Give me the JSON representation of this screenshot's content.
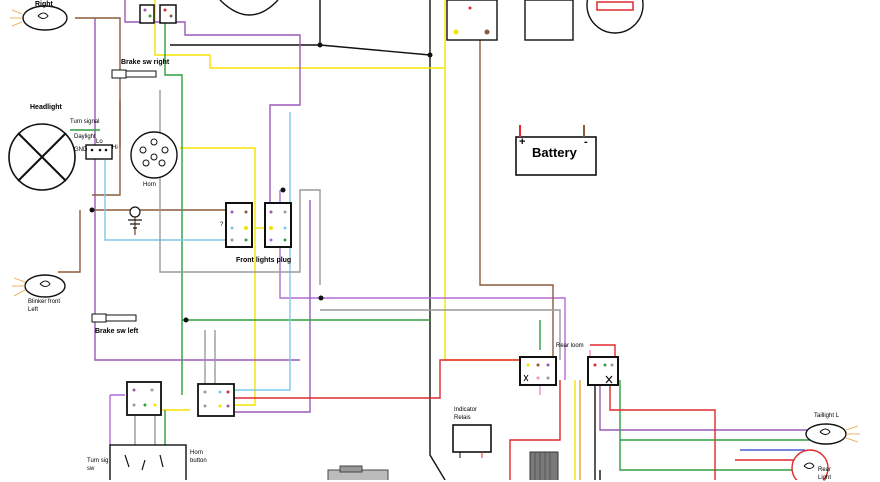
{
  "labels": {
    "blinker_right": "Right",
    "brake_sw_right": "Brake sw right",
    "headlight": "Headlight",
    "turn_signal": "Turn signal",
    "daylight": "Daylight",
    "lo": "Lo",
    "hi": "Hi",
    "gnd": "GND",
    "horn": "Horn",
    "question_mark": "?",
    "front_lights_plug": "Front lights plug",
    "blinker_front_left_1": "Blinker front",
    "blinker_front_left_2": "Left",
    "brake_sw_left": "Brake sw left",
    "battery": "Battery",
    "battery_plus": "+",
    "battery_minus": "-",
    "rear_loom": "Rear loom",
    "indicator_relais_1": "Indicator",
    "indicator_relais_2": "Relais",
    "turn_sig_sw_1": "Turn sig",
    "turn_sig_sw_2": "sw",
    "horn_button_1": "Horn",
    "horn_button_2": "button",
    "taillight_l": "Taillight L",
    "rear_light_1": "Rear",
    "rear_light_2": "Light"
  },
  "colors": {
    "yellow": "#f5e400",
    "purple": "#9b59b6",
    "violet": "#b36bd6",
    "brown": "#8b5a3c",
    "green": "#2e9e3e",
    "red": "#e0282e",
    "blue": "#4a5bd4",
    "light_blue": "#7fc8e8",
    "gray": "#9a9a9a",
    "pink": "#ef8fc9",
    "black": "#111111",
    "orange": "#f0a040"
  }
}
